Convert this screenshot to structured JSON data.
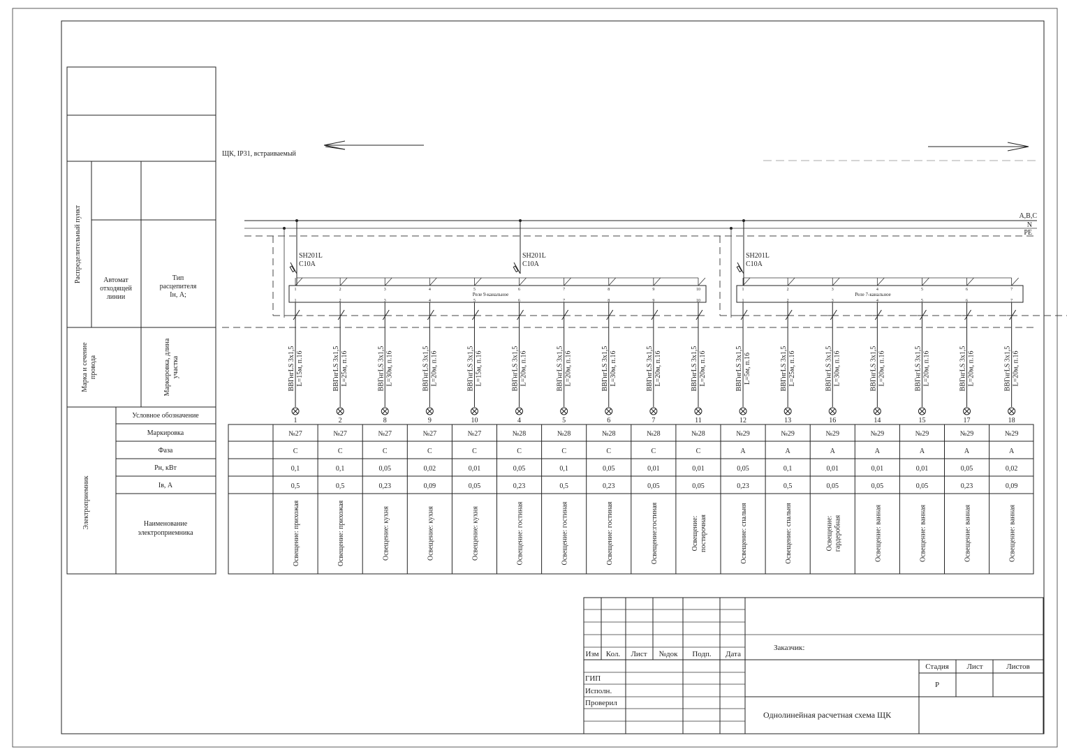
{
  "panel": {
    "title": "ЩК, IP31, встраиваемый"
  },
  "buses": {
    "phase": "A,B,C",
    "neutral": "N",
    "pe": "PE"
  },
  "left_header": {
    "section_dist": "Распределительный пункт",
    "breaker_line": "Автомат отходящей линии",
    "release_type": "Тип расцепителя Iн, А;",
    "wire_brand": "Марка и сечение провода",
    "marking_length": "Маркировка, длина участка",
    "section_consumer": "Электроприемник",
    "symbol": "Условное обозначение",
    "marking": "Маркировка",
    "phase": "Фаза",
    "power": "Рн, кВт",
    "current": "Iв, А",
    "name": "Наименование электроприемника"
  },
  "breakers": [
    {
      "model": "SH201L",
      "rating": "C10A"
    },
    {
      "model": "SH201L",
      "rating": "C10A"
    },
    {
      "model": "SH201L",
      "rating": "C10A"
    }
  ],
  "relays": [
    {
      "label": "Реле 9-канальное",
      "channels": [
        "1",
        "2",
        "3",
        "4",
        "5",
        "6",
        "7",
        "8",
        "9",
        "10"
      ]
    },
    {
      "label": "Реле 7-канальное",
      "channels": [
        "1",
        "2",
        "3",
        "4",
        "5",
        "6",
        "7"
      ]
    }
  ],
  "circuits": [
    {
      "cable": "ВВГнгLS 3х1,5",
      "length": "L=15м, п.16",
      "num": "1",
      "mark": "№27",
      "phase": "C",
      "p": "0,1",
      "i": "0,5",
      "name": [
        "Освещение: прихожая"
      ]
    },
    {
      "cable": "ВВГнгLS 3х1,5",
      "length": "L=25м, п.16",
      "num": "2",
      "mark": "№27",
      "phase": "C",
      "p": "0,1",
      "i": "0,5",
      "name": [
        "Освещение: прихожая"
      ]
    },
    {
      "cable": "ВВГнгLS 3х1,5",
      "length": "L=30м, п.16",
      "num": "8",
      "mark": "№27",
      "phase": "C",
      "p": "0,05",
      "i": "0,23",
      "name": [
        "Освещение: кухня"
      ]
    },
    {
      "cable": "ВВГнгLS 3х1,5",
      "length": "L=20м, п.16",
      "num": "9",
      "mark": "№27",
      "phase": "C",
      "p": "0,02",
      "i": "0,09",
      "name": [
        "Освещение: кухня"
      ]
    },
    {
      "cable": "ВВГнгLS 3х1,5",
      "length": "L=15м, п.16",
      "num": "10",
      "mark": "№27",
      "phase": "C",
      "p": "0,01",
      "i": "0,05",
      "name": [
        "Освещение: кухня"
      ]
    },
    {
      "cable": "ВВГнгLS 3х1,5",
      "length": "L=20м, п.16",
      "num": "4",
      "mark": "№28",
      "phase": "C",
      "p": "0,05",
      "i": "0,23",
      "name": [
        "Освещение: гостиная"
      ]
    },
    {
      "cable": "ВВГнгLS 3х1,5",
      "length": "L=20м, п.16",
      "num": "5",
      "mark": "№28",
      "phase": "C",
      "p": "0,1",
      "i": "0,5",
      "name": [
        "Освещение: гостиная"
      ]
    },
    {
      "cable": "ВВГнгLS 3х1,5",
      "length": "L=30м, п.16",
      "num": "6",
      "mark": "№28",
      "phase": "C",
      "p": "0,05",
      "i": "0,23",
      "name": [
        "Освещение: гостиная"
      ]
    },
    {
      "cable": "ВВГнгLS 3х1,5",
      "length": "L=20м, п.16",
      "num": "7",
      "mark": "№28",
      "phase": "C",
      "p": "0,01",
      "i": "0,05",
      "name": [
        "Освещение:гостиная"
      ]
    },
    {
      "cable": "ВВГнгLS 3х1,5",
      "length": "L=20м, п.16",
      "num": "11",
      "mark": "№28",
      "phase": "C",
      "p": "0,01",
      "i": "0,05",
      "name": [
        "Освещение:",
        "постирочная"
      ]
    },
    {
      "cable": "ВВГнгLS 3х1,5",
      "length": "L=5м, п.16",
      "num": "12",
      "mark": "№29",
      "phase": "A",
      "p": "0,05",
      "i": "0,23",
      "name": [
        "Освещение: спальня"
      ]
    },
    {
      "cable": "ВВГнгLS 3х1,5",
      "length": "L=25м, п.16",
      "num": "13",
      "mark": "№29",
      "phase": "A",
      "p": "0,1",
      "i": "0,5",
      "name": [
        "Освещение: спальня"
      ]
    },
    {
      "cable": "ВВГнгLS 3х1,5",
      "length": "L=30м, п.16",
      "num": "16",
      "mark": "№29",
      "phase": "A",
      "p": "0,01",
      "i": "0,05",
      "name": [
        "Освещение:",
        "гардеробная"
      ]
    },
    {
      "cable": "ВВГнгLS 3х1,5",
      "length": "L=20м, п.16",
      "num": "14",
      "mark": "№29",
      "phase": "A",
      "p": "0,01",
      "i": "0,05",
      "name": [
        "Освещение: ванная"
      ]
    },
    {
      "cable": "ВВГнгLS 3х1,5",
      "length": "L=20м, п.16",
      "num": "15",
      "mark": "№29",
      "phase": "A",
      "p": "0,01",
      "i": "0,05",
      "name": [
        "Освещение: ванная"
      ]
    },
    {
      "cable": "ВВГнгLS 3х1,5",
      "length": "L=20м, п.16",
      "num": "17",
      "mark": "№29",
      "phase": "A",
      "p": "0,05",
      "i": "0,23",
      "name": [
        "Освещение: ванная"
      ]
    },
    {
      "cable": "ВВГнгLS 3х1,5",
      "length": "L=20м, п.16",
      "num": "18",
      "mark": "№29",
      "phase": "A",
      "p": "0,02",
      "i": "0,09",
      "name": [
        "Освещение: ванная"
      ]
    }
  ],
  "title_block": {
    "cols": [
      "Изм",
      "Кол.",
      "Лист",
      "№док",
      "Подп.",
      "Дата"
    ],
    "roles": [
      "ГИП",
      "Исполн.",
      "Проверил"
    ],
    "customer": "Заказчик:",
    "stage_h": "Стадия",
    "sheet_h": "Лист",
    "sheets_h": "Листов",
    "stage": "Р",
    "drawing_title": "Однолинейная расчетная схема ЩК"
  }
}
